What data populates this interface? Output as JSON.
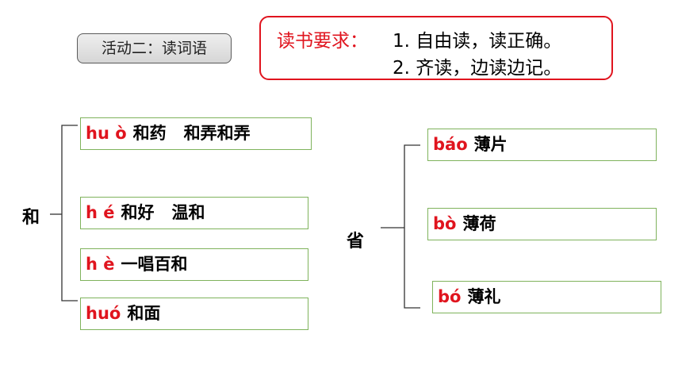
{
  "activity": "活动二：读词语",
  "requirements": {
    "label": "读书要求：",
    "lines": [
      "1. 自由读，读正确。",
      "2. 齐读，边读边记。"
    ]
  },
  "groups": [
    {
      "char": "和",
      "items": [
        {
          "pinyin": "hu ò",
          "words": "和药   和弄和弄"
        },
        {
          "pinyin": "h é",
          "words": "和好   温和"
        },
        {
          "pinyin": "h è",
          "words": "一唱百和"
        },
        {
          "pinyin": "huó",
          "words": "和面"
        }
      ]
    },
    {
      "char": "省",
      "items": [
        {
          "pinyin": "báo",
          "words": "薄片"
        },
        {
          "pinyin": "bò",
          "words": "薄荷"
        },
        {
          "pinyin": "bó",
          "words": "薄礼"
        }
      ]
    }
  ],
  "colors": {
    "accent": "#e0141e",
    "box_border": "#7fb35c"
  }
}
